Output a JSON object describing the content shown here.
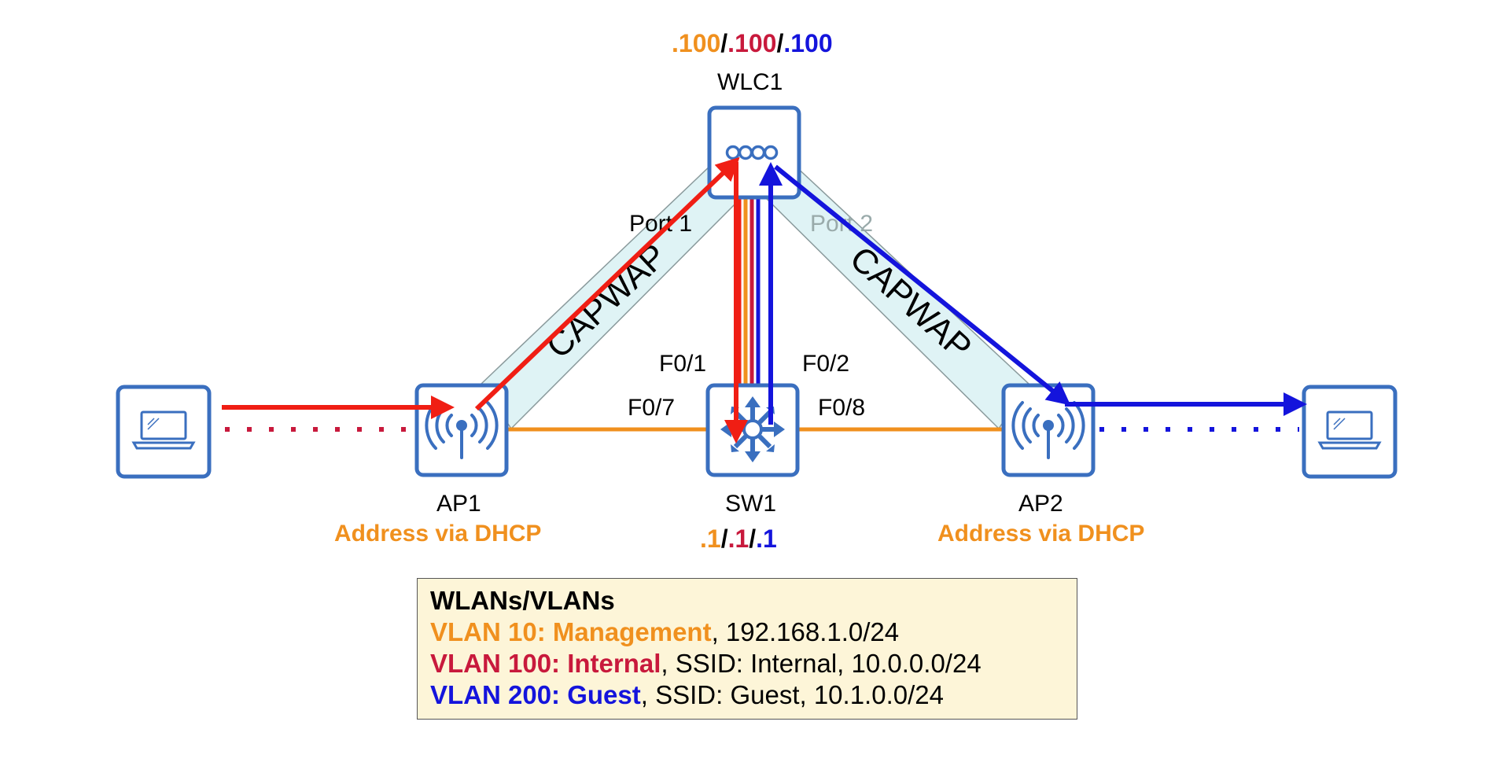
{
  "colors": {
    "management": "#f0901e",
    "internal": "#c8193c",
    "guest": "#1414dc",
    "red_arrow": "#f01e14",
    "device_blue": "#3a6fbf",
    "capwap_fill": "#dff3f5",
    "legend_bg": "#fdf5d8"
  },
  "wlc": {
    "name": "WLC1",
    "ip_a": ".100",
    "ip_sep1": "/",
    "ip_b": ".100",
    "ip_sep2": "/",
    "ip_c": ".100",
    "port1": "Port 1",
    "port2": "Port 2",
    "f01": "F0/1",
    "f02": "F0/2"
  },
  "sw": {
    "name": "SW1",
    "ip_a": ".1",
    "ip_sep1": "/",
    "ip_b": ".1",
    "ip_sep2": "/",
    "ip_c": ".1",
    "f07": "F0/7",
    "f08": "F0/8"
  },
  "ap1": {
    "name": "AP1",
    "addr": "Address via DHCP"
  },
  "ap2": {
    "name": "AP2",
    "addr": "Address via DHCP"
  },
  "tunnels": {
    "left": "CAPWAP",
    "right": "CAPWAP"
  },
  "legend": {
    "title": "WLANs/VLANs",
    "rows": [
      {
        "vlan": "VLAN 10: Management",
        "rest": ", 192.168.1.0/24"
      },
      {
        "vlan": "VLAN 100: Internal",
        "rest": ", SSID: Internal, 10.0.0.0/24"
      },
      {
        "vlan": "VLAN 200: Guest",
        "rest": ", SSID: Guest, 10.1.0.0/24"
      }
    ]
  },
  "icons": {
    "wlc": "wireless-controller-icon",
    "switch": "multilayer-switch-icon",
    "ap": "access-point-icon",
    "laptop": "laptop-icon"
  }
}
